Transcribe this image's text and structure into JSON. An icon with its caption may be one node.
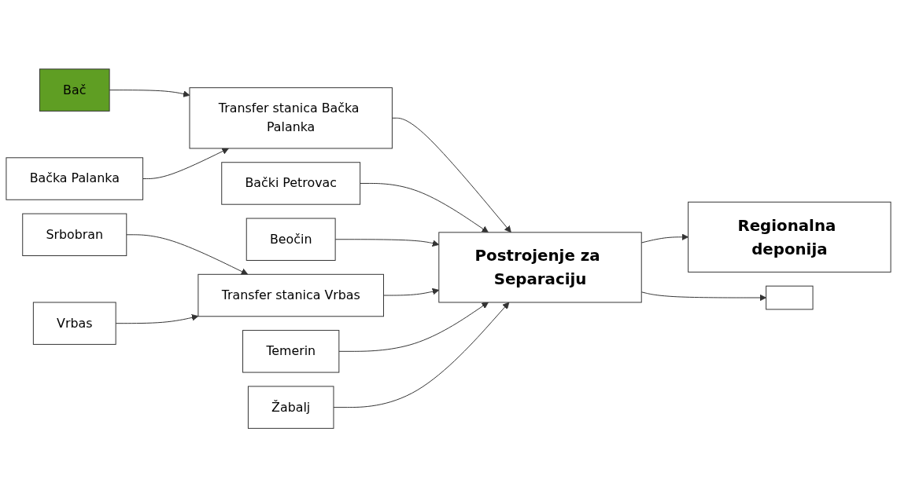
{
  "diagram": {
    "nodes": [
      {
        "text": [
          "Bač"
        ]
      },
      {
        "text": [
          "Bačka Palanka"
        ]
      },
      {
        "text": [
          "Bački Petrovac"
        ]
      },
      {
        "text": [
          "Beočin"
        ]
      },
      {
        "text": [
          "Srbobran"
        ]
      },
      {
        "text": [
          "Vrbas"
        ]
      },
      {
        "text": [
          "Temerin"
        ]
      },
      {
        "text": [
          "Žabalj"
        ]
      },
      {
        "text": [
          "Transfer stanica Bačka Palanka"
        ]
      },
      {
        "text": [
          "Transfer stanica Vrbas"
        ]
      },
      {
        "text": [
          "Postrojenje za Separaciju"
        ]
      },
      {
        "text": [
          "Regionalna deponija"
        ]
      },
      {
        "text": [],
        "shape": "box"
      }
    ],
    "edges": [
      {
        "from": 0,
        "to": 8,
        "arrow": "to"
      },
      {
        "from": 1,
        "to": 8,
        "arrow": "to"
      },
      {
        "from": 8,
        "to": 10,
        "arrow": "to"
      },
      {
        "from": 2,
        "to": 10,
        "arrow": "to"
      },
      {
        "from": 3,
        "to": 10,
        "arrow": "to"
      },
      {
        "from": 4,
        "to": 9,
        "arrow": "to"
      },
      {
        "from": 5,
        "to": 9,
        "arrow": "to"
      },
      {
        "from": 9,
        "to": 10,
        "arrow": "to"
      },
      {
        "from": 6,
        "to": 10,
        "arrow": "to"
      },
      {
        "from": 7,
        "to": 10,
        "arrow": "to"
      },
      {
        "from": 10,
        "to": 11,
        "arrow": "to"
      },
      {
        "from": 10,
        "to": 12,
        "arrow": "to"
      }
    ]
  }
}
